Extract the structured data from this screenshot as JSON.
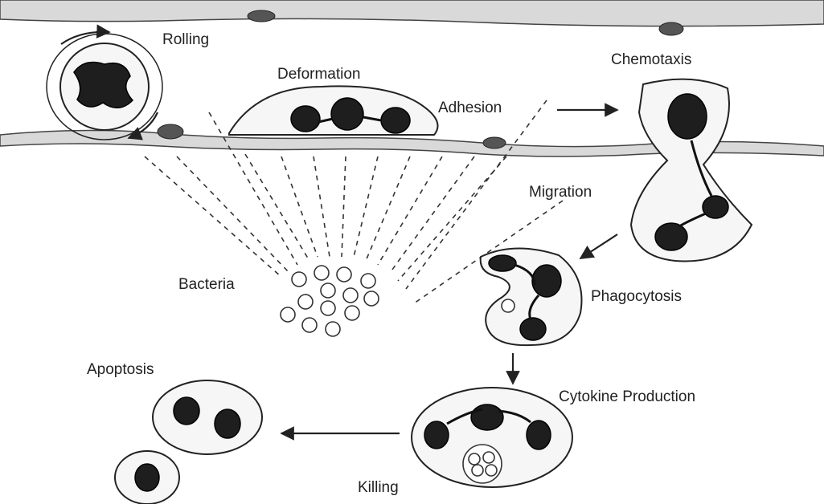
{
  "labels": {
    "rolling": "Rolling",
    "deformation": "Deformation",
    "adhesion": "Adhesion",
    "chemotaxis": "Chemotaxis",
    "migration": "Migration",
    "bacteria": "Bacteria",
    "phagocytosis": "Phagocytosis",
    "cytokine_production": "Cytokine Production",
    "killing": "Killing",
    "apoptosis": "Apoptosis"
  }
}
